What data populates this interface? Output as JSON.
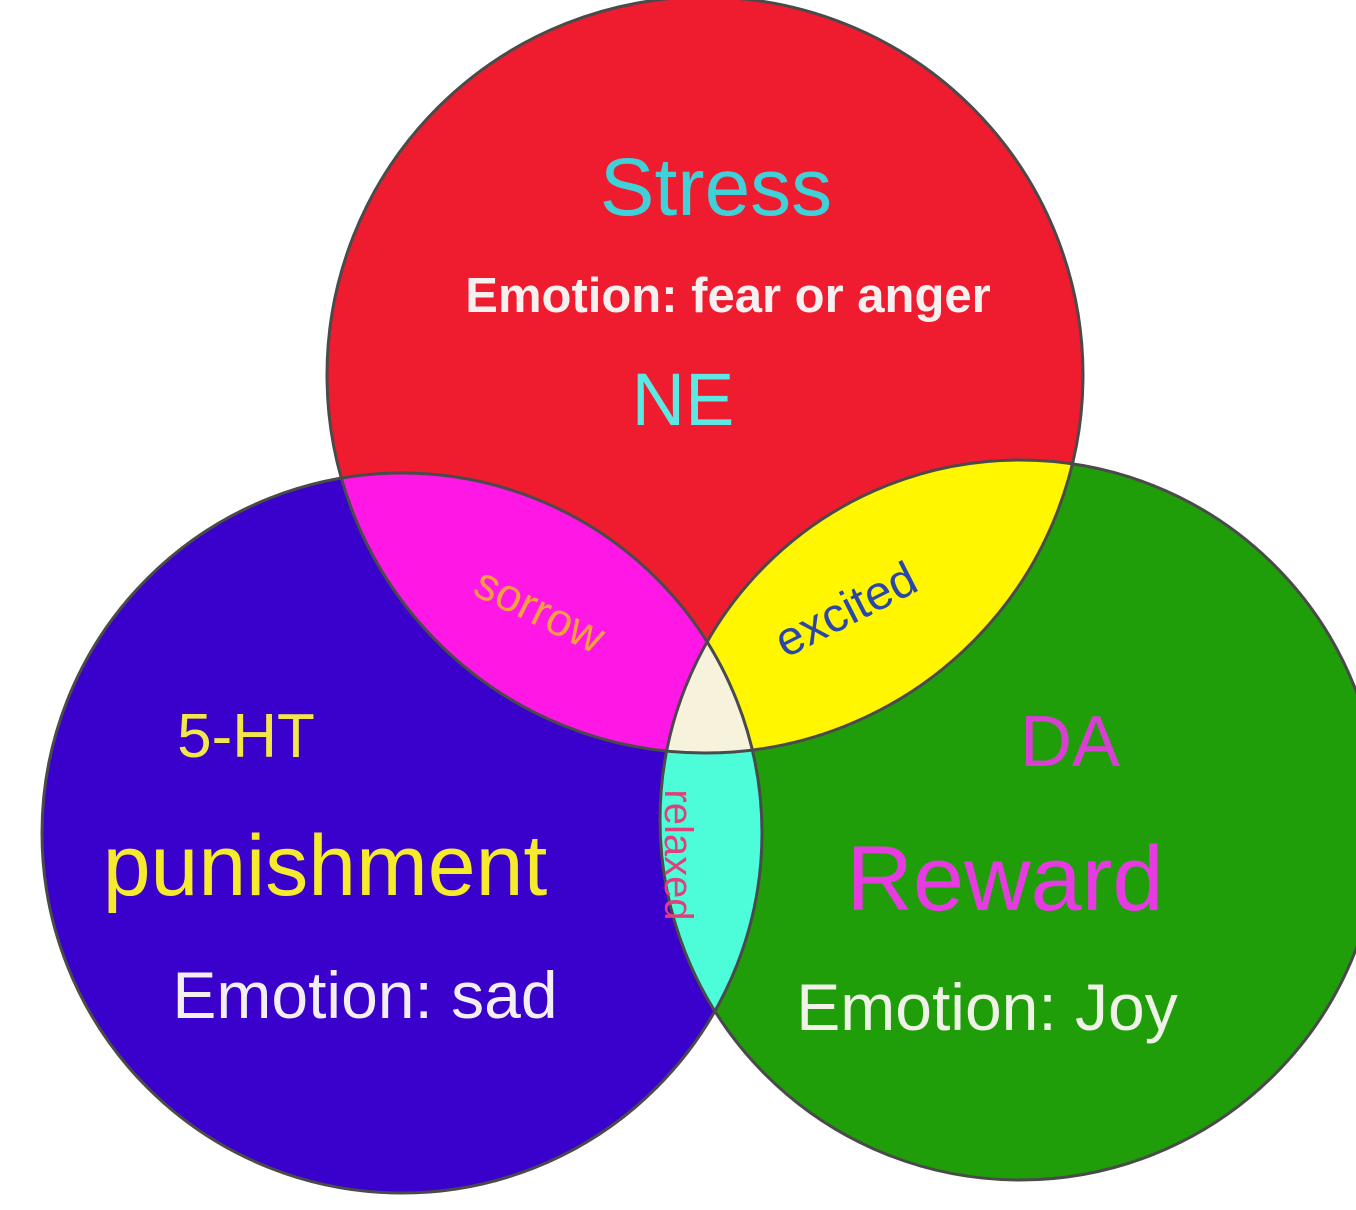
{
  "colors": {
    "stress": "#ee1c2e",
    "punishment": "#3a00cc",
    "reward": "#1f9e0a",
    "sorrow_overlap": "#ff17e6",
    "excited_overlap": "#fff600",
    "relaxed_overlap": "#4dfcd9",
    "center": "#f6f2dc",
    "outline": "#4a4a4a"
  },
  "stress": {
    "title": "Stress",
    "emotion": "Emotion: fear or anger",
    "transmitter": "NE"
  },
  "punishment": {
    "transmitter": "5-HT",
    "title": "punishment",
    "emotion": "Emotion: sad"
  },
  "reward": {
    "transmitter": "DA",
    "title": "Reward",
    "emotion": "Emotion: Joy"
  },
  "overlaps": {
    "sorrow": "sorrow",
    "excited": "excited",
    "relaxed": "relaxed"
  }
}
